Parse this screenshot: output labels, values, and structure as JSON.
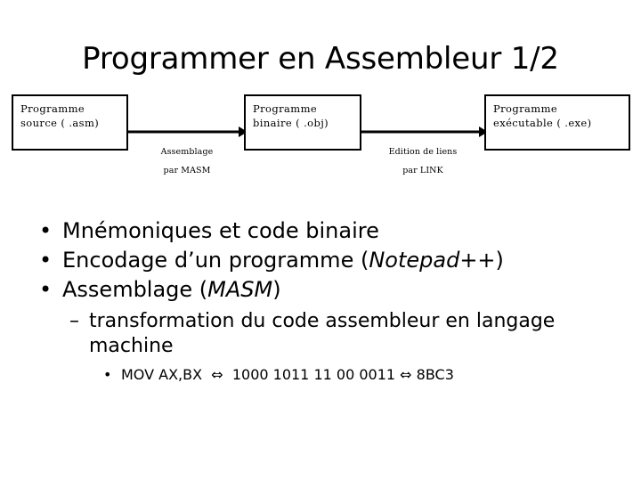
{
  "slide": {
    "title": "Programmer en Assembleur 1/2",
    "background_color": "#ffffff",
    "text_color": "#000000"
  },
  "diagram": {
    "type": "flow",
    "boxes": [
      {
        "id": "source",
        "line1": "Programme",
        "line2": "source ( .asm)"
      },
      {
        "id": "binaire",
        "line1": "Programme",
        "line2": "binaire ( .obj)"
      },
      {
        "id": "executable",
        "line1": "Programme",
        "line2": "exécutable ( .exe)"
      }
    ],
    "edges": [
      {
        "id": "assemblage",
        "line1": "Assemblage",
        "line2": "par MASM"
      },
      {
        "id": "edition",
        "line1": "Edition de liens",
        "line2": "par LINK"
      }
    ]
  },
  "body": {
    "bullet_char": "•",
    "dash_char": "–",
    "items": [
      {
        "level": 1,
        "text_before": "Mnémoniques et code binaire",
        "italic": "",
        "text_after": ""
      },
      {
        "level": 1,
        "text_before": "Encodage d’un programme (",
        "italic": "Notepad++",
        "text_after": ")"
      },
      {
        "level": 1,
        "text_before": "Assemblage (",
        "italic": "MASM",
        "text_after": ")"
      }
    ],
    "sub_item": "transformation du code assembleur en langage machine",
    "example": {
      "instruction": "MOV AX,BX",
      "equiv_icon": "⇔",
      "binary": "1000 1011 11 00 0011",
      "equiv_icon2": "⇔",
      "hex": "8BC3"
    }
  }
}
